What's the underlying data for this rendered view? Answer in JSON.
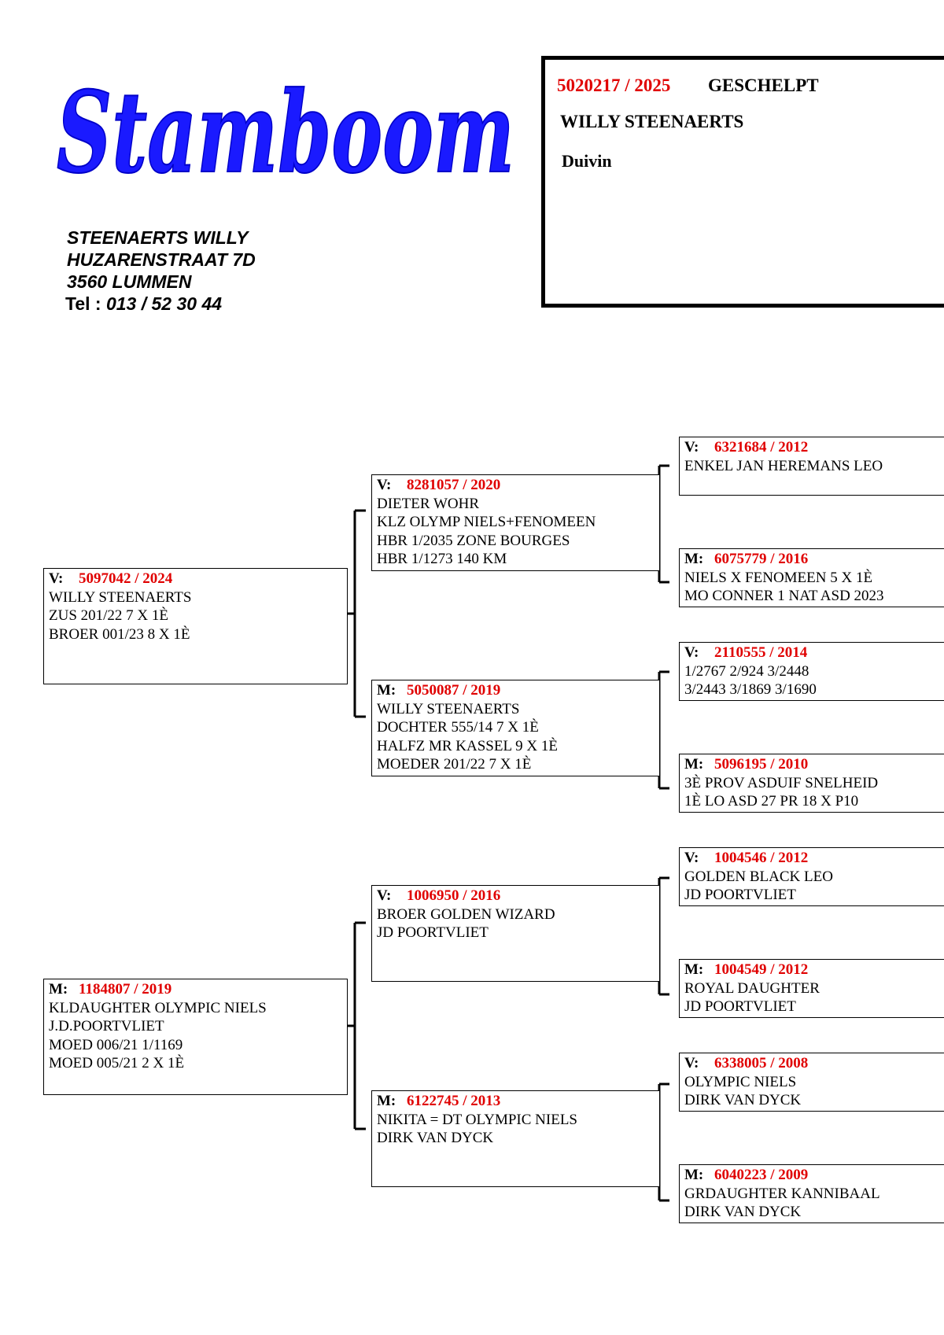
{
  "header": {
    "logo_text": "Stamboom",
    "owner": {
      "name": "STEENAERTS WILLY",
      "street": "HUZARENSTRAAT 7D",
      "city": "3560 LUMMEN",
      "tel_label": "Tel :",
      "tel": "013 / 52 30 44"
    },
    "pigeon": {
      "ring": "5020217 / 2025",
      "color": "GESCHELPT",
      "breeder": "WILLY STEENAERTS",
      "sex": "Duivin"
    }
  },
  "colors": {
    "ring_text": "#e00000",
    "logo": "#1a1aff",
    "lines": "#000000"
  },
  "pedigree": {
    "father": {
      "tag": "V:",
      "ring": "5097042 / 2024",
      "lines": [
        "WILLY STEENAERTS",
        "ZUS 201/22  7 X 1È",
        "BROER 001/23  8 X 1È"
      ]
    },
    "mother": {
      "tag": "M:",
      "ring": "1184807 / 2019",
      "lines": [
        "KLDAUGHTER OLYMPIC NIELS",
        "J.D.POORTVLIET",
        "MOED 006/21 1/1169",
        "MOED 005/21  2 X 1È"
      ]
    },
    "ff": {
      "tag": "V:",
      "ring": "8281057 / 2020",
      "lines": [
        "DIETER   WOHR",
        "KLZ OLYMP NIELS+FENOMEEN",
        "HBR 1/2035  ZONE  BOURGES",
        "HBR 1/1273   140 KM"
      ]
    },
    "fm": {
      "tag": "M:",
      "ring": "5050087 / 2019",
      "lines": [
        "WILLY STEENAERTS",
        "DOCHTER 555/14     7 X 1È",
        "HALFZ  MR KASSEL  9 X 1È",
        "MOEDER 201/22  7 X 1È"
      ]
    },
    "mf": {
      "tag": "V:",
      "ring": "1006950 / 2016",
      "lines": [
        "BROER GOLDEN WIZARD",
        "JD POORTVLIET"
      ]
    },
    "mm": {
      "tag": "M:",
      "ring": "6122745 / 2013",
      "lines": [
        "NIKITA = DT OLYMPIC NIELS",
        "DIRK VAN DYCK"
      ]
    },
    "fff": {
      "tag": "V:",
      "ring": "6321684 / 2012",
      "lines": [
        "ENKEL JAN  HEREMANS LEO"
      ]
    },
    "ffm": {
      "tag": "M:",
      "ring": "6075779 / 2016",
      "lines": [
        "NIELS X FENOMEEN 5 X 1È",
        "MO  CONNER 1 NAT ASD 2023"
      ]
    },
    "fmf": {
      "tag": "V:",
      "ring": "2110555 / 2014",
      "lines": [
        "1/2767   2/924     3/2448",
        "3/2443   3/1869   3/1690"
      ]
    },
    "fmm": {
      "tag": "M:",
      "ring": "5096195 / 2010",
      "lines": [
        "3È PROV ASDUIF SNELHEID",
        "1È LO  ASD 27 PR 18 X P10"
      ]
    },
    "mff": {
      "tag": "V:",
      "ring": "1004546 / 2012",
      "lines": [
        "GOLDEN BLACK LEO",
        "JD POORTVLIET"
      ]
    },
    "mfm": {
      "tag": "M:",
      "ring": "1004549 / 2012",
      "lines": [
        "ROYAL DAUGHTER",
        "JD POORTVLIET"
      ]
    },
    "mmf": {
      "tag": "V:",
      "ring": "6338005 / 2008",
      "lines": [
        "OLYMPIC NIELS",
        "DIRK VAN DYCK"
      ]
    },
    "mmm": {
      "tag": "M:",
      "ring": "6040223 / 2009",
      "lines": [
        "GRDAUGHTER KANNIBAAL",
        "DIRK VAN DYCK"
      ]
    }
  }
}
